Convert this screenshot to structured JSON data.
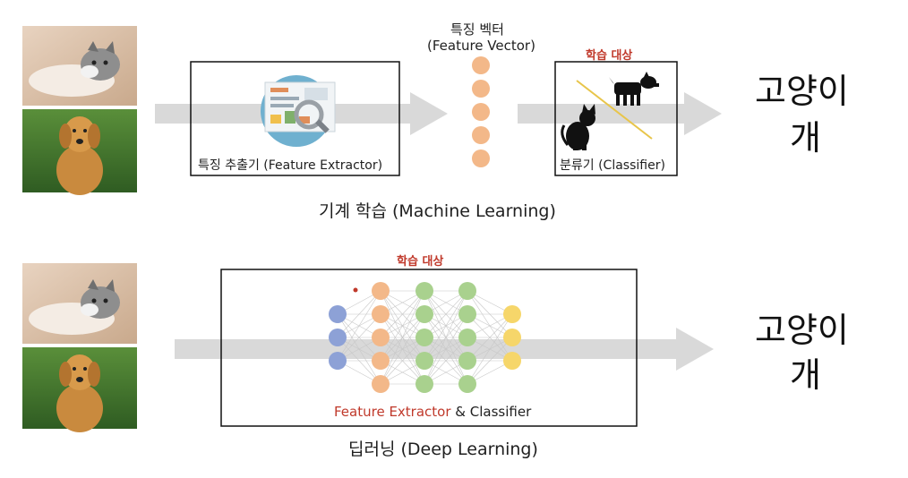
{
  "machine_learning": {
    "feature_vector_label_ko": "특징 벡터",
    "feature_vector_label_en": "(Feature Vector)",
    "learning_target": "학습 대상",
    "feature_extractor_label": "특징 추출기 (Feature Extractor)",
    "classifier_label": "분류기 (Classifier)",
    "caption": "기계 학습 (Machine Learning)",
    "output_cat": "고양이",
    "output_dog": "개"
  },
  "deep_learning": {
    "learning_target": "학습 대상",
    "box_label_red": "Feature Extractor",
    "box_label_rest": " & Classifier",
    "caption": "딥러닝 (Deep Learning)",
    "output_cat": "고양이",
    "output_dog": "개"
  },
  "colors": {
    "arrow": "#d9d9d9",
    "feature_node": "#f3b889",
    "input_node": "#8da1d6",
    "hidden_node_orange": "#f3b889",
    "hidden_node_green": "#a9d18e",
    "output_node": "#f6d66a",
    "accent_red": "#c0392b",
    "box_border": "#111111"
  },
  "icons": {
    "feature_extractor": "magnifier-document-icon",
    "classifier_cat": "cat-silhouette-icon",
    "classifier_dog": "dog-silhouette-icon"
  }
}
